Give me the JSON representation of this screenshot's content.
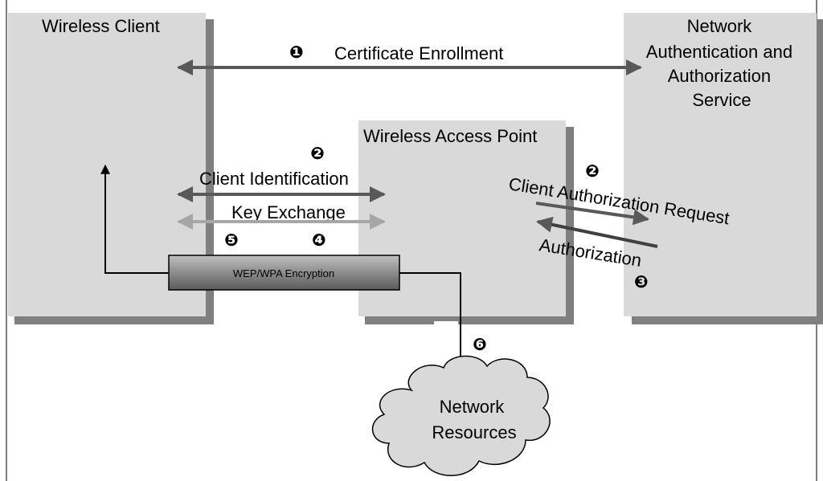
{
  "nodes": {
    "wireless_client": "Wireless Client",
    "auth_service": [
      "Network",
      "Authentication and",
      "Authorization",
      "Service"
    ],
    "access_point": "Wireless Access Point",
    "encryption_bar": "WEP/WPA Encryption",
    "network_resources": [
      "Network",
      "Resources"
    ]
  },
  "flows": {
    "certificate_enrollment": {
      "step": "❶",
      "label": "Certificate Enrollment"
    },
    "client_identification": {
      "step": "❷",
      "label": "Client Identification"
    },
    "key_exchange": {
      "label": "Key Exchange"
    },
    "authorization_request": {
      "step": "❷",
      "label": "Client Authorization Request"
    },
    "authorization": {
      "step": "❸",
      "label": "Authorization"
    },
    "step4": "❹",
    "step5": "❺",
    "step6": "❻"
  },
  "colors": {
    "box_fill": "#d9d9d9",
    "box_shadow": "#7f7f7f",
    "arrow_dark": "#595959",
    "arrow_light": "#a6a6a6"
  }
}
